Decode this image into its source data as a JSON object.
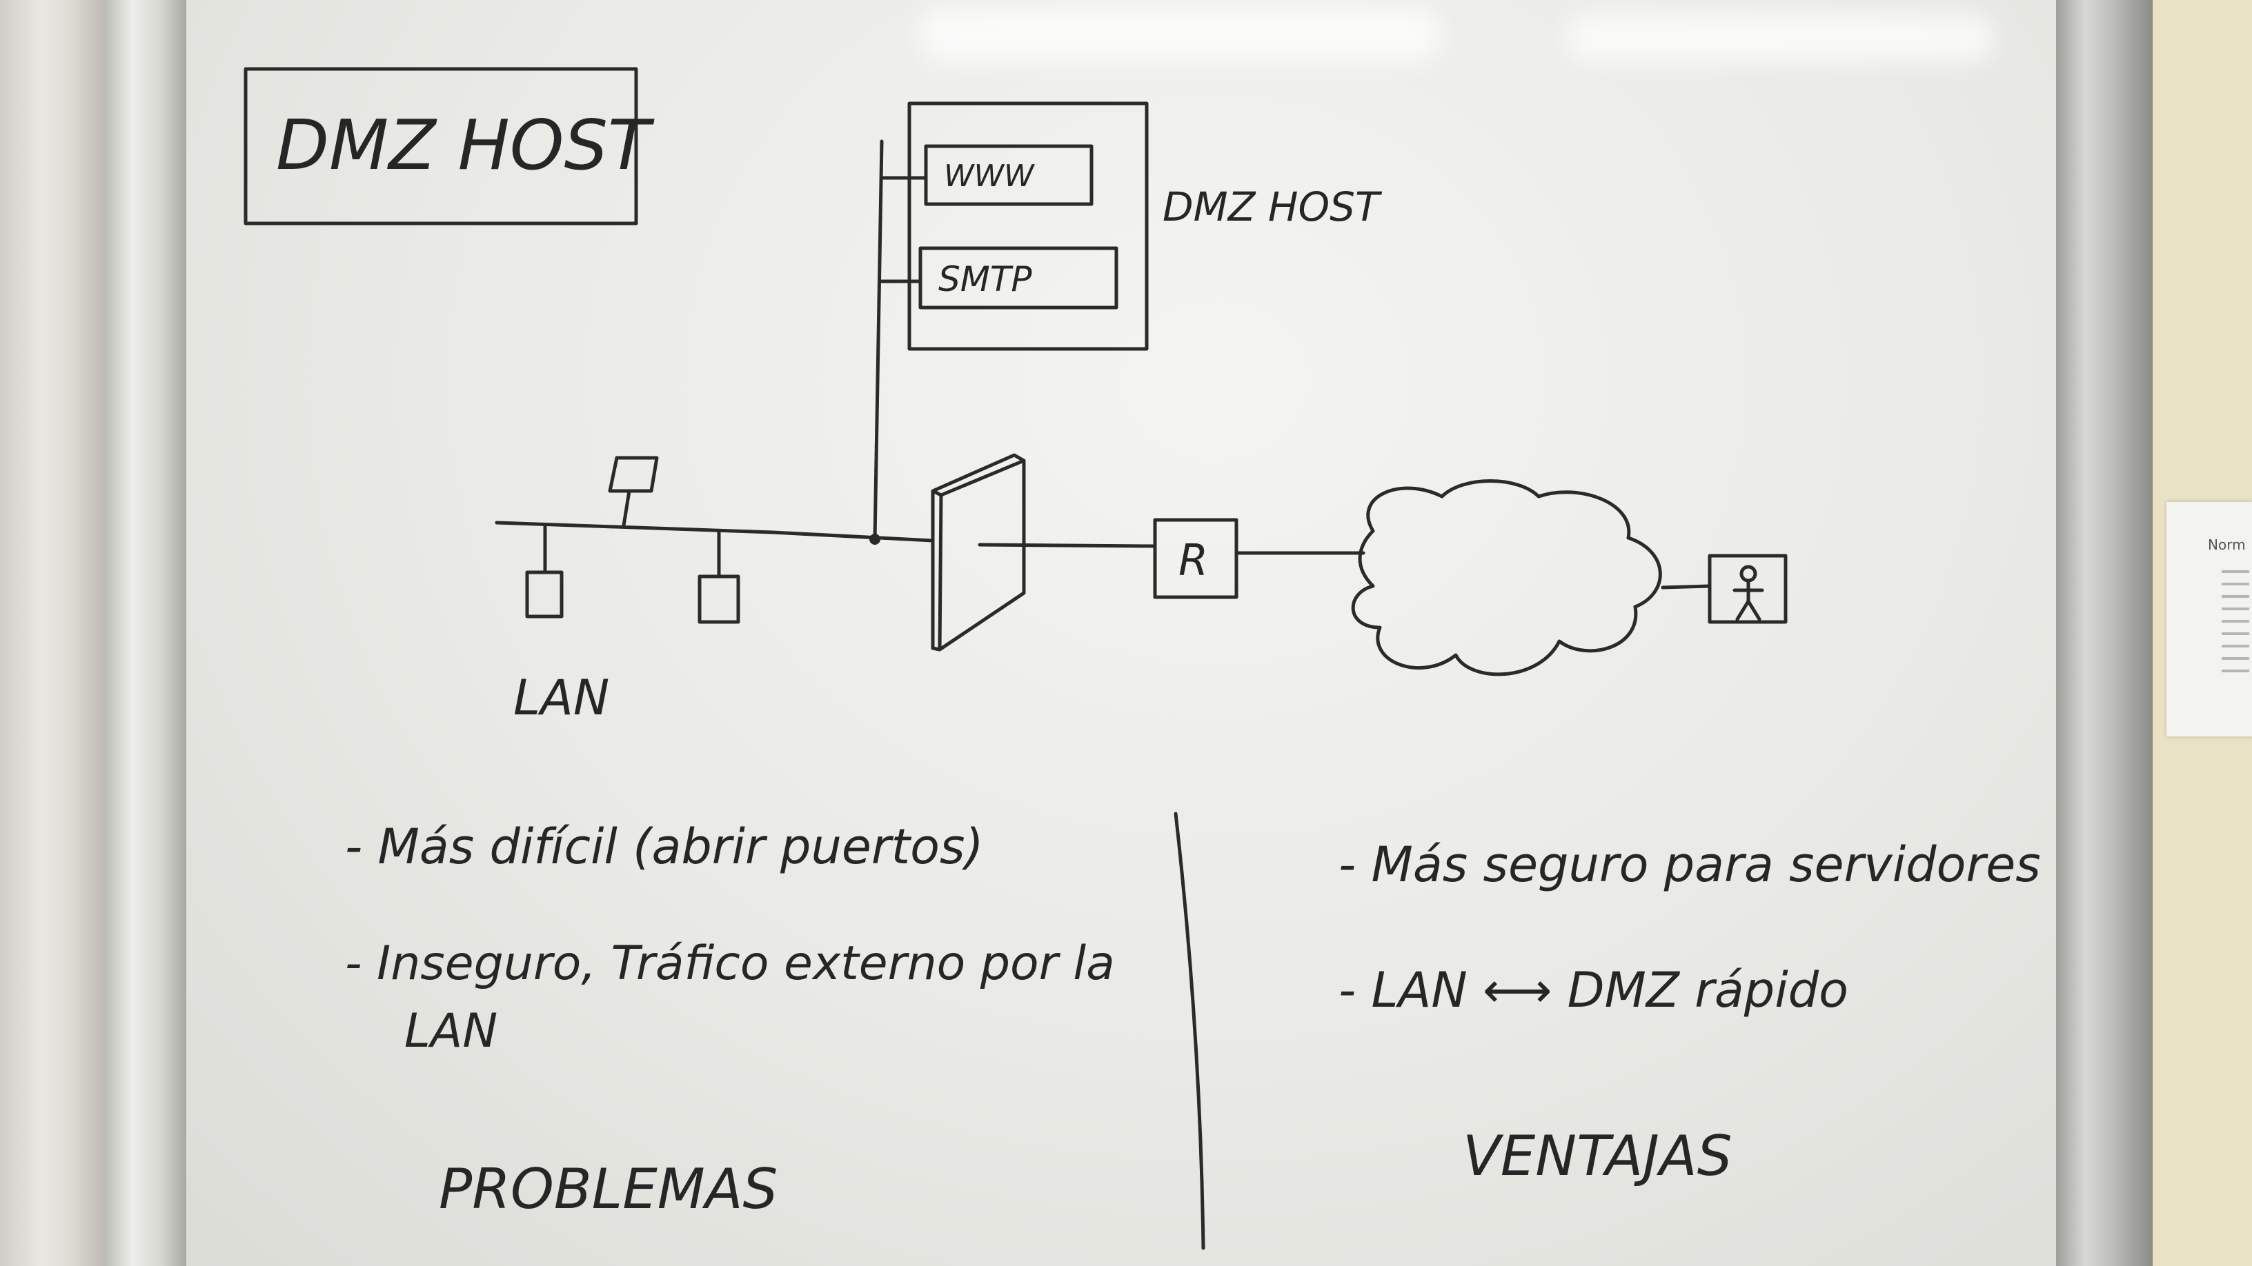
{
  "board": {
    "title_box": "DMZ HOST",
    "dmz_label": "DMZ HOST",
    "servers": [
      "WWW",
      "SMTP"
    ],
    "router_label": "R",
    "lan_label": "LAN"
  },
  "problems": {
    "items": [
      "- Más difícil (abrir puertos)",
      "- Inseguro, Tráfico externo por la",
      "LAN"
    ],
    "heading": "PROBLEMAS"
  },
  "advantages": {
    "items": [
      "- Más seguro para servidores",
      "- LAN ⟷ DMZ rápido"
    ],
    "heading": "VENTAJAS"
  },
  "notice": {
    "title": "Norm"
  },
  "colors": {
    "ink": "#262626",
    "board": "#eeeeeb"
  }
}
